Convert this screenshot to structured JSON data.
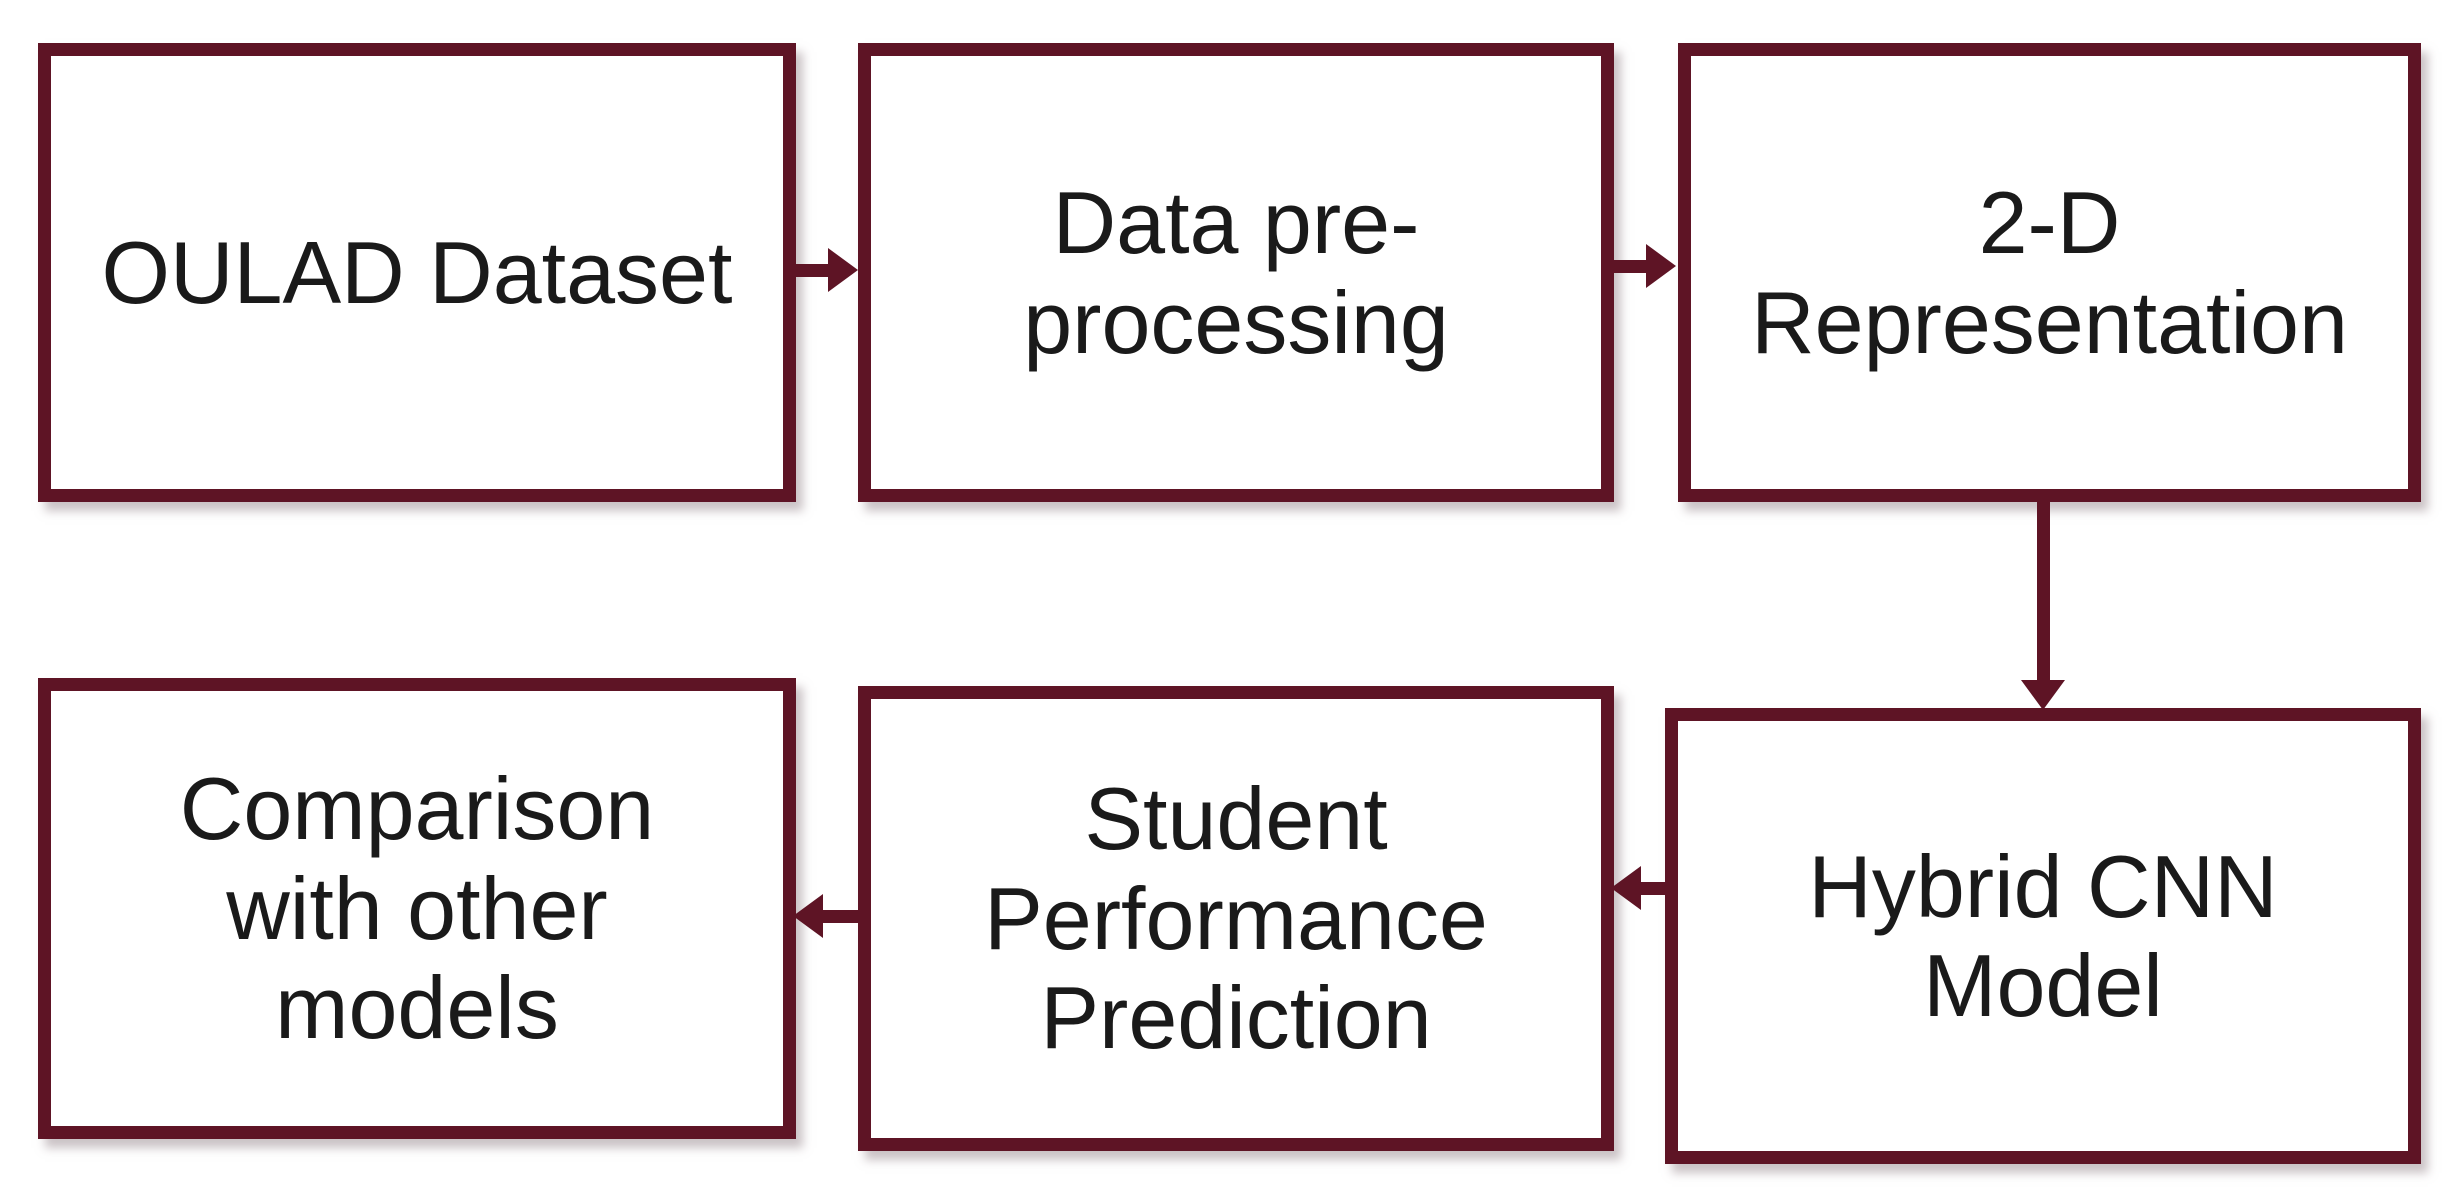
{
  "diagram": {
    "type": "flowchart",
    "nodes": [
      {
        "id": "oulad-dataset",
        "label": "OULAD Dataset"
      },
      {
        "id": "data-preprocessing",
        "label": "Data pre-\nprocessing"
      },
      {
        "id": "2d-representation",
        "label": "2-D\nRepresentation"
      },
      {
        "id": "comparison-with-other-models",
        "label": "Comparison\nwith other\nmodels"
      },
      {
        "id": "student-performance-prediction",
        "label": "Student\nPerformance\nPrediction"
      },
      {
        "id": "hybrid-cnn-model",
        "label": "Hybrid CNN\nModel"
      }
    ],
    "edges": [
      {
        "from": "oulad-dataset",
        "to": "data-preprocessing",
        "direction": "right"
      },
      {
        "from": "data-preprocessing",
        "to": "2d-representation",
        "direction": "right"
      },
      {
        "from": "2d-representation",
        "to": "hybrid-cnn-model",
        "direction": "down"
      },
      {
        "from": "hybrid-cnn-model",
        "to": "student-performance-prediction",
        "direction": "left"
      },
      {
        "from": "student-performance-prediction",
        "to": "comparison-with-other-models",
        "direction": "left"
      }
    ]
  },
  "colors": {
    "box_border": "#5e1425",
    "arrow": "#5e1425",
    "text": "#1a1a1a",
    "box_fill": "#ffffff",
    "page_bg": "#ffffff"
  }
}
